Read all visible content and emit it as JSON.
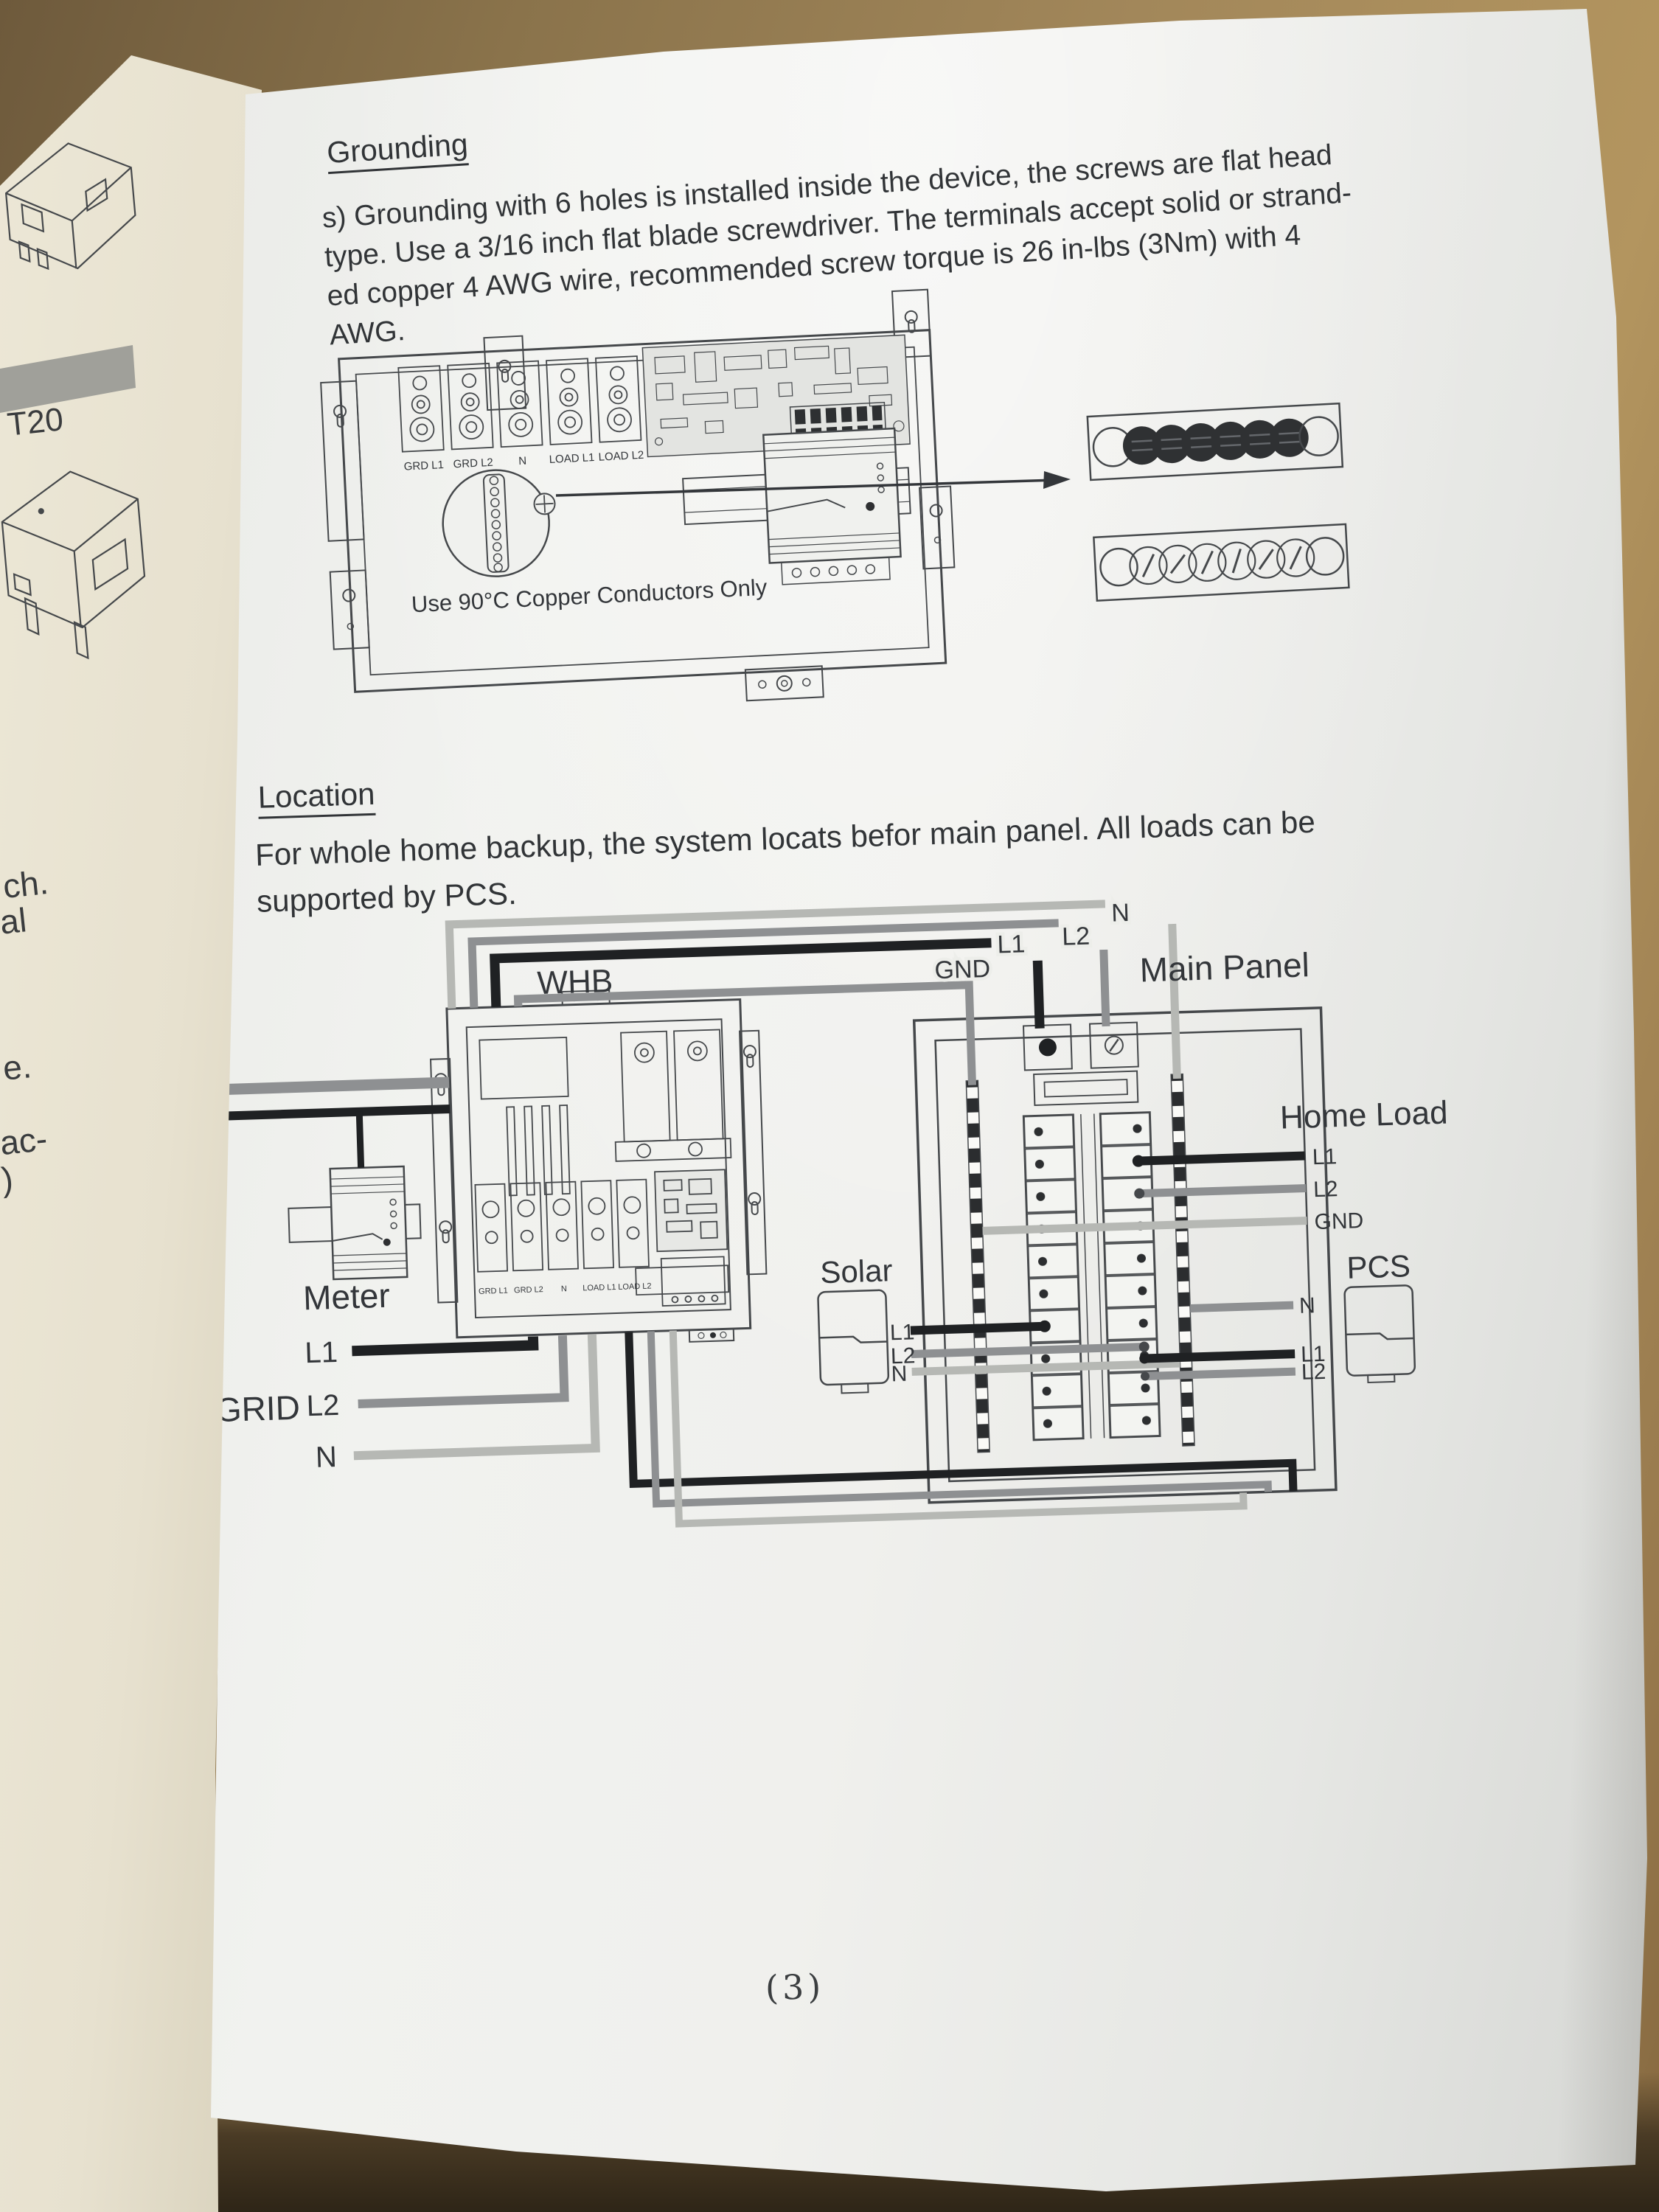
{
  "left_page": {
    "fragments": {
      "t20": "T20",
      "ch": "ch.",
      "al": "al",
      "e": "e.",
      "ac": "ac-",
      "paren": ")"
    }
  },
  "grounding": {
    "heading": "Grounding",
    "line1": "s)  Grounding with 6 holes is installed inside the device, the screws are flat head",
    "line2": "type. Use a 3/16 inch flat blade screwdriver. The terminals accept solid or strand-",
    "line3": "ed copper 4 AWG wire, recommended screw torque is 26 in-lbs (3Nm) with 4",
    "line4": "AWG.",
    "diagram": {
      "copper_note": "Use 90°C Copper Conductors Only",
      "t1": "GRD L1",
      "t2": "GRD L2",
      "t3": "N",
      "t4": "LOAD L1",
      "t5": "LOAD L2"
    }
  },
  "location": {
    "heading": "Location",
    "line1": "For whole home backup, the system locats befor main panel. All loads can be",
    "line2": "supported by PCS.",
    "diagram": {
      "whb": "WHB",
      "meter": "Meter",
      "grid": "GRID",
      "grid_l1": "L1",
      "grid_l2": "L2",
      "grid_n": "N",
      "solar": "Solar",
      "solar_l1": "L1",
      "solar_l2": "L2",
      "solar_n": "N",
      "main_panel": "Main Panel",
      "feed_gnd": "GND",
      "feed_l1": "L1",
      "feed_l2": "L2",
      "feed_n": "N",
      "home_load": "Home Load",
      "hl_l1": "L1",
      "hl_l2": "L2",
      "hl_gnd": "GND",
      "pcs": "PCS",
      "pcs_n": "N",
      "pcs_l1": "L1",
      "pcs_l2": "L2",
      "colors": {
        "wire_l1": "#1f2123",
        "wire_l2": "#8e9092",
        "wire_n": "#b6b8b4"
      }
    }
  },
  "footer": {
    "page_number": "(3)"
  }
}
